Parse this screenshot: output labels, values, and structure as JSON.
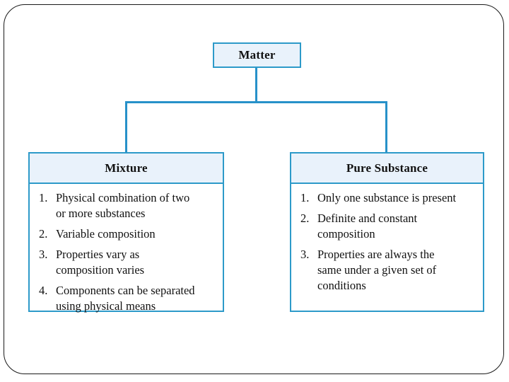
{
  "diagram": {
    "root": {
      "label": "Matter"
    },
    "left_box": {
      "title": "Mixture",
      "items": [
        {
          "num": "1.",
          "text": "Physical combination of two\nor more substances"
        },
        {
          "num": "2.",
          "text": "Variable composition"
        },
        {
          "num": "3.",
          "text": "Properties vary as\ncomposition varies"
        },
        {
          "num": "4.",
          "text": "Components can be separated\nusing physical means"
        }
      ]
    },
    "right_box": {
      "title": "Pure Substance",
      "items": [
        {
          "num": "1.",
          "text": "Only one substance is present"
        },
        {
          "num": "2.",
          "text": "Definite and constant\ncomposition"
        },
        {
          "num": "3.",
          "text": "Properties are always the\nsame under a given set of\nconditions"
        }
      ]
    },
    "colors": {
      "connector_line": "#2791c9",
      "box_border": "#2d9ac9",
      "header_fill": "#e9f2fb",
      "text": "#111111",
      "frame_border": "#1a1a1a"
    }
  }
}
